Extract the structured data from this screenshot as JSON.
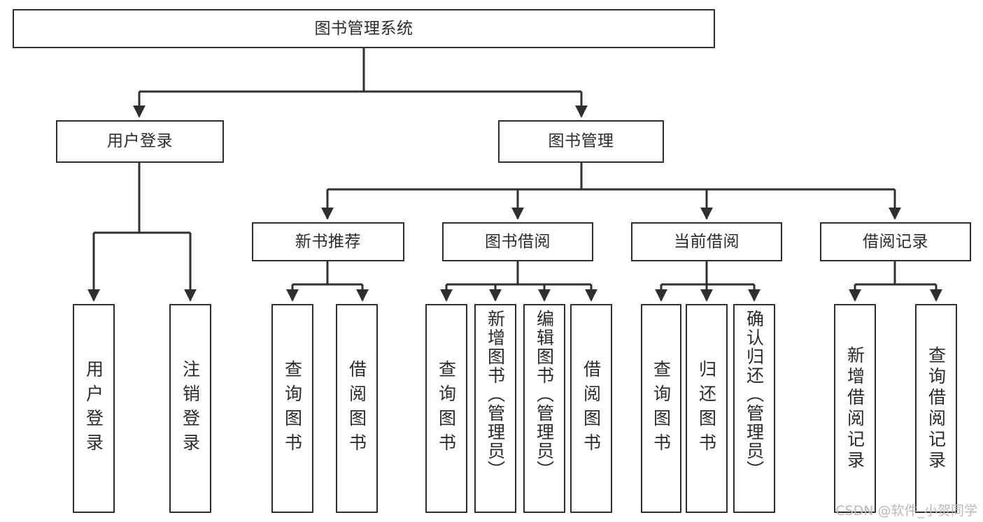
{
  "diagram": {
    "type": "tree-hierarchy-chart",
    "title": "图书管理系统",
    "watermark": "CSDN @软件_小贺同学",
    "colors": {
      "box_border": "#2f2f2f",
      "box_fill": "#ffffff",
      "text": "#2b2b2b",
      "edge": "#2f2f2f",
      "watermark": "#b9b9b9",
      "background": "#ffffff"
    }
  },
  "nodes": {
    "root": {
      "label": "图书管理系统"
    },
    "level2": [
      {
        "label": "用户登录"
      },
      {
        "label": "图书管理"
      }
    ],
    "level3": [
      {
        "label": "新书推荐"
      },
      {
        "label": "图书借阅"
      },
      {
        "label": "当前借阅"
      },
      {
        "label": "借阅记录"
      }
    ],
    "leaves": {
      "user_login": [
        {
          "label": "用户登录"
        },
        {
          "label": "注销登录"
        }
      ],
      "new_book_recommend": [
        {
          "label": "查询图书"
        },
        {
          "label": "借阅图书"
        }
      ],
      "book_borrow": [
        {
          "label": "查询图书"
        },
        {
          "label": "新增图书（管理员）"
        },
        {
          "label": "编辑图书（管理员）"
        },
        {
          "label": "借阅图书"
        }
      ],
      "current_borrow": [
        {
          "label": "查询图书"
        },
        {
          "label": "归还图书"
        },
        {
          "label": "确认归还（管理员）"
        }
      ],
      "borrow_record": [
        {
          "label": "新增借阅记录"
        },
        {
          "label": "查询借阅记录"
        }
      ]
    }
  }
}
